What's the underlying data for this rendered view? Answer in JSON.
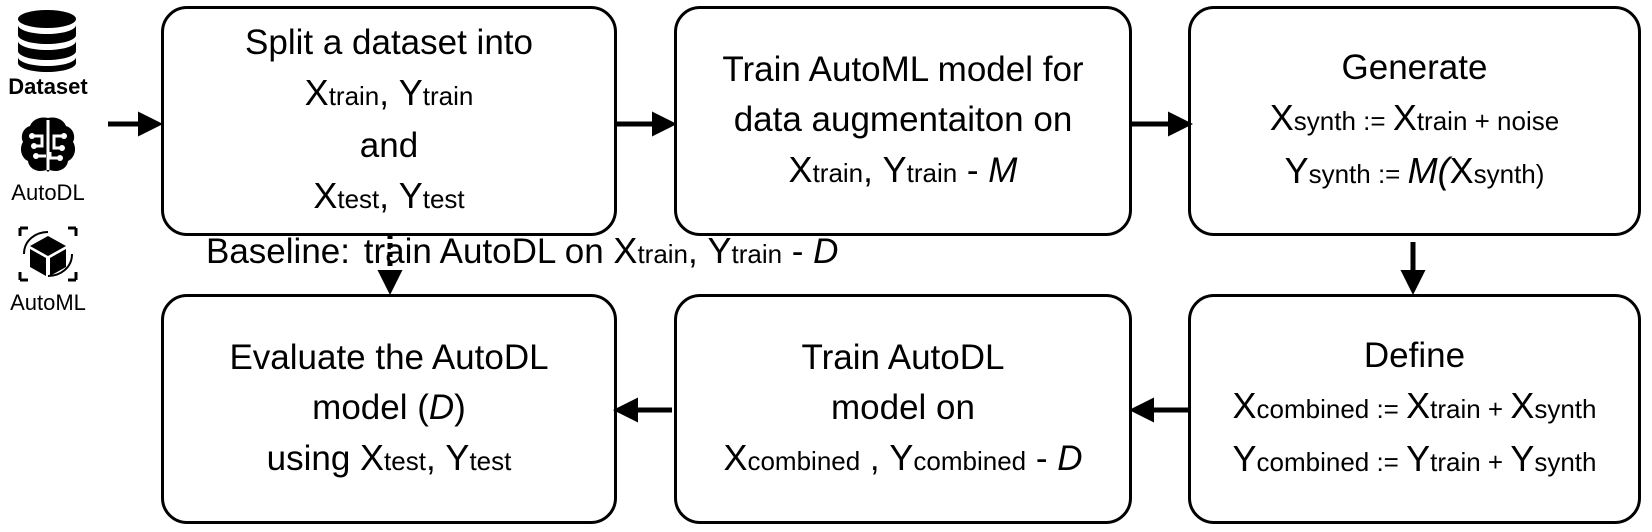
{
  "legend": {
    "dataset_label": "Dataset",
    "autodl_label": "AutoDL",
    "automl_label": "AutoML"
  },
  "box1": {
    "line1": "Split a dataset into",
    "x_train": "X",
    "x_train_sub": "train",
    "sep1": ", ",
    "y_train": "Y",
    "y_train_sub": "train",
    "line3": "and",
    "x_test": "X",
    "x_test_sub": "test",
    "sep2": ", ",
    "y_test": "Y",
    "y_test_sub": "test"
  },
  "box2": {
    "line1": "Train AutoML model for",
    "line2": "data augmentaiton on",
    "x_train": "X",
    "x_train_sub": "train",
    "sep": ", ",
    "y_train": "Y",
    "y_train_sub": "train",
    "dash": " - ",
    "model": "M"
  },
  "box3": {
    "line1": "Generate",
    "x_synth": "X",
    "x_synth_sub": "synth",
    "assign1": " := ",
    "x_train": "X",
    "x_train_sub": "train",
    "plus_noise": " + noise",
    "y_synth": "Y",
    "y_synth_sub": "synth",
    "assign2": " := ",
    "m": "M",
    "paren_open": "(",
    "x_synth2": "X",
    "x_synth2_sub": "synth",
    "paren_close": ")"
  },
  "box4": {
    "line1": "Evaluate the AutoDL",
    "line2_pre": "model (",
    "line2_d": "D",
    "line2_post": ")",
    "line3_pre": "using ",
    "x_test": "X",
    "x_test_sub": "test",
    "sep": ", ",
    "y_test": "Y",
    "y_test_sub": "test"
  },
  "box5": {
    "line1": "Train AutoDL",
    "line2": "model on",
    "x_comb": "X",
    "x_comb_sub": "combined",
    "sep": " , ",
    "y_comb": "Y",
    "y_comb_sub": "combined",
    "dash": " - ",
    "model": "D"
  },
  "box6": {
    "line1": "Define",
    "x_comb": "X",
    "x_comb_sub": "combined",
    "assign1": " := ",
    "x_train": "X",
    "x_train_sub": "train",
    "plus1": " + ",
    "x_synth": "X",
    "x_synth_sub": "synth",
    "y_comb": "Y",
    "y_comb_sub": "combined",
    "assign2": " := ",
    "y_train": "Y",
    "y_train_sub": "train",
    "plus2": " + ",
    "y_synth": "Y",
    "y_synth_sub": "synth"
  },
  "baseline": {
    "prefix": "Baseline: ",
    "mid": "train AutoDL on ",
    "x_train": "X",
    "x_train_sub": "train",
    "sep": ", ",
    "y_train": "Y",
    "y_train_sub": "train",
    "dash": " - ",
    "model": "D"
  },
  "colors": {
    "stroke": "#000000",
    "background": "#ffffff"
  }
}
